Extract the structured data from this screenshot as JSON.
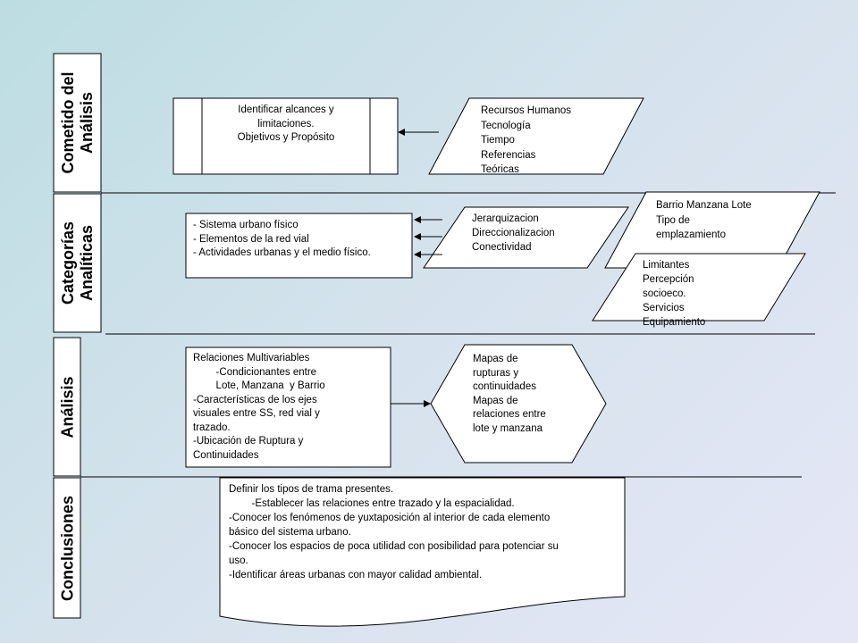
{
  "sections": {
    "cometido": "Cometido del\nAnálisis",
    "categorias": "Categorías\nAnalíticas",
    "analisis": "Análisis",
    "conclusiones": "Conclusiones"
  },
  "cometido": {
    "process_text": "Identificar alcances y\nlimitaciones.\nObjetivos y Propósito",
    "input_text": "Recursos Humanos\nTecnología\nTiempo\nReferencias\nTeóricas"
  },
  "categorias": {
    "list_text": "- Sistema urbano físico\n- Elementos de la red vial\n- Actividades urbanas y el medio físico.",
    "input1_text": "Jerarquizacion\nDireccionalizacion\nConectividad",
    "input2_text": "Barrio Manzana  Lote\nTipo de\nemplazamiento",
    "input3_text": "Limitantes\nPercepción\nsocioeco.\nServicios\nEquipamiento"
  },
  "analisis": {
    "box_lines": [
      "Relaciones Multivariables",
      "        -Condicionantes entre",
      "        Lote, Manzana  y Barrio",
      "-Características de los ejes",
      "visuales entre SS, red vial y",
      "trazado.",
      "-Ubicación de Ruptura y",
      "Continuidades"
    ],
    "hex_text": "Mapas de\nrupturas y\ncontinuidades\nMapas de\nrelaciones entre\nlote y manzana"
  },
  "conclusiones": {
    "doc_lines": [
      "Definir los tipos de trama presentes.",
      "        -Establecer las relaciones entre trazado y la espacialidad.",
      "-Conocer los fenómenos de yuxtaposición al interior de cada elemento",
      "básico del sistema urbano.",
      "-Conocer los espacios de poca utilidad con posibilidad para potenciar su",
      "uso.",
      "-Identificar áreas urbanas con mayor calidad ambiental."
    ]
  }
}
